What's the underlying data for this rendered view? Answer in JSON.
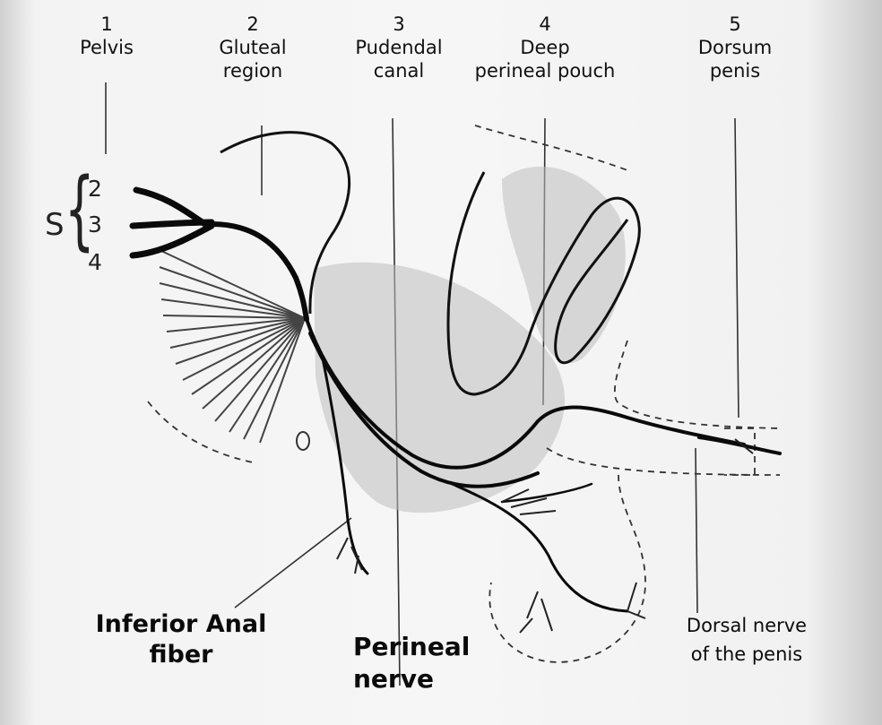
{
  "headers": [
    {
      "num": "1",
      "line1": "Pelvis",
      "line2": ""
    },
    {
      "num": "2",
      "line1": "Gluteal",
      "line2": "region"
    },
    {
      "num": "3",
      "line1": "Pudendal",
      "line2": "canal"
    },
    {
      "num": "4",
      "line1": "Deep",
      "line2": "perineal pouch"
    },
    {
      "num": "5",
      "line1": "Dorsum",
      "line2": "penis"
    }
  ],
  "sacral": {
    "letter": "S",
    "brace": "{",
    "segments": [
      "2",
      "3",
      "4"
    ]
  },
  "labels": {
    "inferior_anal_line1": "Inferior Anal",
    "inferior_anal_line2": "fiber",
    "perineal_line1": "Perineal",
    "perineal_line2": "nerve",
    "dorsal_line1": "Dorsal nerve",
    "dorsal_line2": "of the penis"
  },
  "colors": {
    "ink": "#111111",
    "shade": "#b8b8b8",
    "paper": "#f4f4f4"
  }
}
